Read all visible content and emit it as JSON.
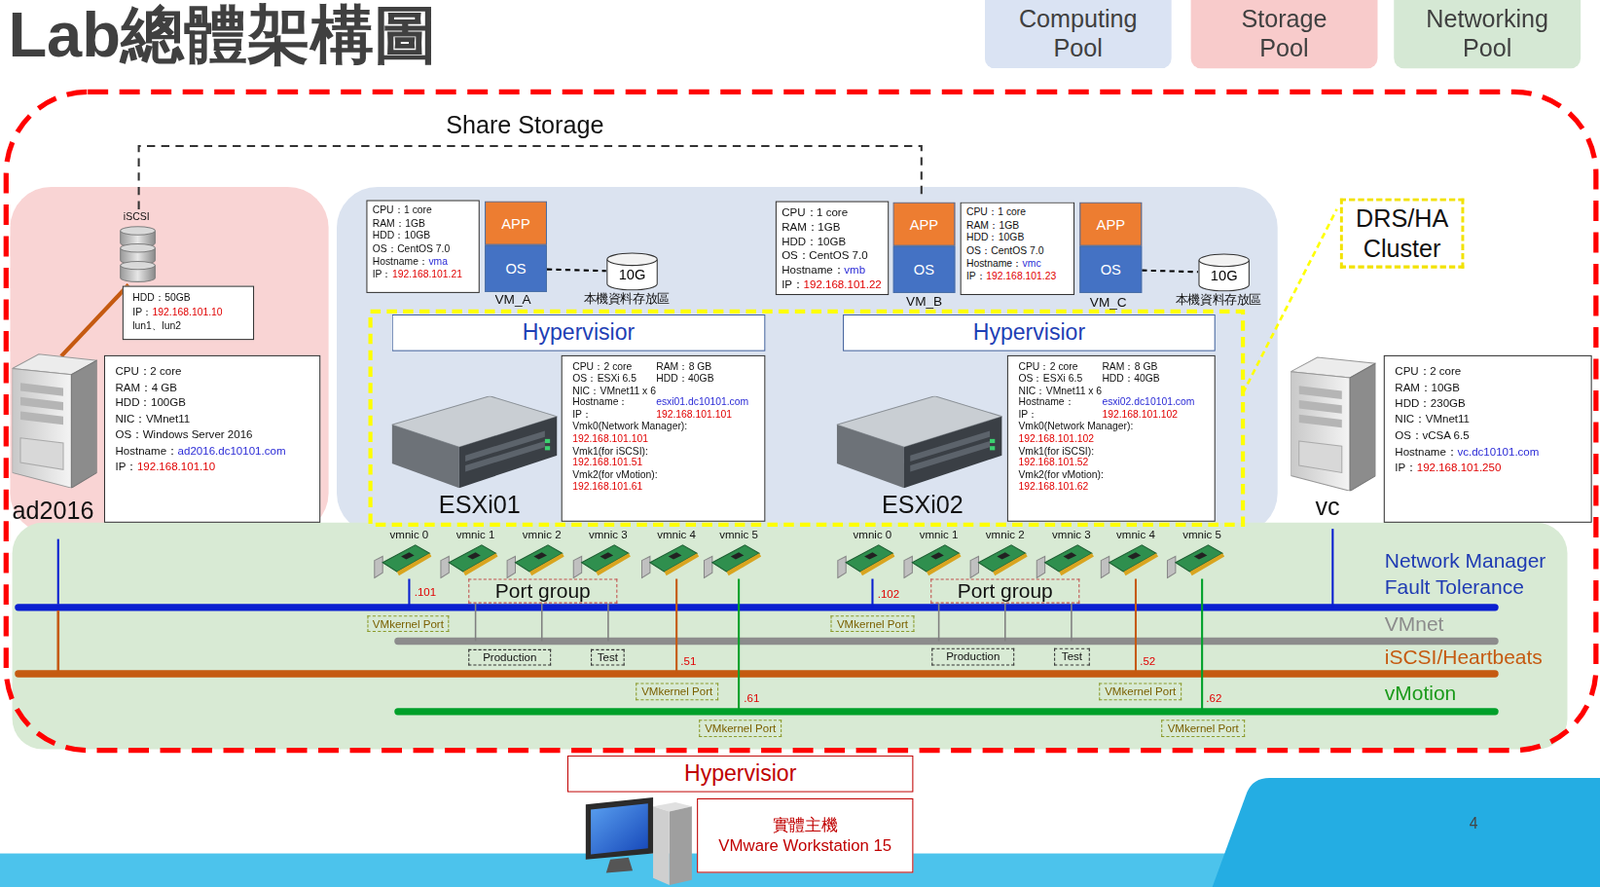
{
  "diagram": {
    "title": "Lab總體架構圖",
    "nodes": [
      {
        "text": [
          "CPU：1 core",
          "RAM：1GB",
          "HDD：10GB",
          "OS：CentOS 7.0",
          "Hostname：",
          "vma",
          "IP：",
          "192.168.101.21"
        ]
      },
      {
        "text": [
          "APP"
        ]
      },
      {
        "text": [
          "OS"
        ]
      },
      {
        "text": [
          "10G"
        ]
      },
      {
        "text": [
          "CPU：1 core",
          "RAM：1GB",
          "HDD：10GB",
          "OS：CentOS 7.0",
          "Hostname：",
          "vmb",
          "IP：",
          "192.168.101.22"
        ]
      },
      {
        "text": [
          "APP"
        ]
      },
      {
        "text": [
          "OS"
        ]
      },
      {
        "text": [
          "CPU：1 core",
          "RAM：1GB",
          "HDD：10GB",
          "OS：CentOS 7.0",
          "Hostname：",
          "vmc",
          "IP：",
          "192.168.101.23"
        ]
      },
      {
        "text": [
          "APP"
        ]
      },
      {
        "text": [
          "OS"
        ]
      },
      {
        "text": [
          "10G"
        ]
      },
      {
        "text": [
          "DRS/HA Cluster"
        ]
      },
      {
        "text": [
          "HDD：50GB",
          "IP：",
          "192.168.101.10",
          "lun1、lun2"
        ]
      },
      {
        "text": [
          "Hypervisior"
        ]
      },
      {
        "text": [
          "Hypervisior"
        ]
      },
      {
        "text": [
          "CPU：2 core",
          "RAM：4 GB",
          "HDD：100GB",
          "NIC：VMnet11",
          "OS：Windows Server 2016",
          "Hostname：",
          "ad2016.dc10101.com",
          "IP：",
          "192.168.101.10"
        ]
      },
      {
        "text": [
          "CPU：2 core",
          "RAM：8 GB",
          "OS：ESXi 6.5",
          "HDD：40GB",
          "NIC：VMnet11 x 6",
          "Hostname：",
          "esxi01.dc10101.com",
          "IP：",
          "192.168.101.101",
          "Vmk0(Network Manager):",
          "192.168.101.101",
          "Vmk1(for iSCSI):",
          "192.168.101.51",
          "Vmk2(for vMotion):",
          "192.168.101.61"
        ]
      },
      {
        "text": [
          "CPU：2 core",
          "RAM：8 GB",
          "OS：ESXi 6.5",
          "HDD：40GB",
          "NIC：VMnet11 x 6",
          "Hostname：",
          "esxi02.dc10101.com",
          "IP：",
          "192.168.101.102",
          "Vmk0(Network Manager):",
          "192.168.101.102",
          "Vmk1(for iSCSI):",
          "192.168.101.52",
          "Vmk2(for vMotion):",
          "192.168.101.62"
        ]
      },
      {
        "text": [
          "CPU：2 core",
          "RAM：10GB",
          "HDD：230GB",
          "NIC：VMnet11",
          "OS：vCSA 6.5",
          "Hostname：",
          "vc.dc10101.com",
          "IP：",
          "192.168.101.250"
        ]
      },
      {
        "text": [
          "Port group"
        ]
      },
      {
        "text": [
          "Port group"
        ]
      },
      {
        "text": [
          "VMkernel Port"
        ]
      },
      {
        "text": [
          "VMkernel Port"
        ]
      },
      {
        "text": [
          "Production"
        ]
      },
      {
        "text": [
          "Test"
        ]
      },
      {
        "text": [
          "Production"
        ]
      },
      {
        "text": [
          "Test"
        ]
      },
      {
        "text": [
          "VMkernel Port"
        ]
      },
      {
        "text": [
          "VMkernel Port"
        ]
      },
      {
        "text": [
          "VMkernel Port"
        ]
      },
      {
        "text": [
          "VMkernel Port"
        ]
      },
      {
        "text": [
          "Hypervisior"
        ]
      },
      {
        "text": [
          "實體主機",
          "VMware Workstation 15"
        ]
      }
    ],
    "edges": [
      {
        "from": 2,
        "to": 3,
        "arrow": "none"
      },
      {
        "from": 9,
        "to": 10,
        "arrow": "none"
      }
    ],
    "labels": [
      "Share Storage",
      "iSCSI",
      "ad2016",
      "VM_A",
      "本機資料存放區",
      "VM_B",
      "VM_C",
      "本機資料存放區",
      "ESXi01",
      "ESXi02",
      "vc",
      "vmnic 0",
      "vmnic 1",
      "vmnic 2",
      "vmnic 3",
      "vmnic 4",
      "vmnic 5",
      "vmnic 0",
      "vmnic 1",
      "vmnic 2",
      "vmnic 3",
      "vmnic 4",
      "vmnic 5",
      ".101",
      ".102",
      ".51",
      ".52",
      ".61",
      ".62",
      "Network Manager Fault Tolerance",
      "VMnet",
      "iSCSI/Heartbeats",
      "vMotion",
      "4"
    ],
    "legend": [
      {
        "text": "Computing Pool",
        "color": "#dae3f3"
      },
      {
        "text": "Storage Pool",
        "color": "#f8cbcb"
      },
      {
        "text": "Networking Pool",
        "color": "#d5e8d4"
      }
    ]
  }
}
